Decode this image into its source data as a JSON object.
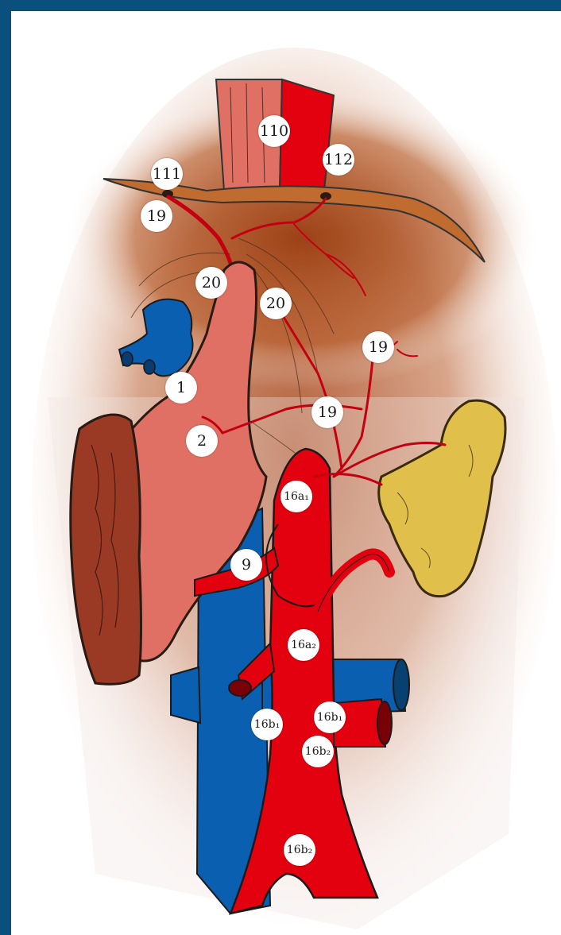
{
  "colors": {
    "frame": "#0b4f7c",
    "aorta": "#e3000f",
    "vena_cava": "#0a5fb0",
    "stomach": "#e07064",
    "spleen": "#9a3a25",
    "pancreas": "#e0c04a",
    "diaphragm": "#b8622e",
    "background_tissue": "#a6451a"
  },
  "labels": [
    {
      "id": "110",
      "text": "110"
    },
    {
      "id": "112",
      "text": "112"
    },
    {
      "id": "111",
      "text": "111"
    },
    {
      "id": "19a",
      "text": "19"
    },
    {
      "id": "20a",
      "text": "20"
    },
    {
      "id": "20b",
      "text": "20"
    },
    {
      "id": "19b",
      "text": "19"
    },
    {
      "id": "1",
      "text": "1"
    },
    {
      "id": "19c",
      "text": "19"
    },
    {
      "id": "2",
      "text": "2"
    },
    {
      "id": "16a1",
      "text": "16a₁"
    },
    {
      "id": "9",
      "text": "9"
    },
    {
      "id": "16a2",
      "text": "16a₂"
    },
    {
      "id": "16b1a",
      "text": "16b₁"
    },
    {
      "id": "16b1b",
      "text": "16b₁"
    },
    {
      "id": "16b2a",
      "text": "16b₂"
    },
    {
      "id": "16b2b",
      "text": "16b₂"
    }
  ]
}
